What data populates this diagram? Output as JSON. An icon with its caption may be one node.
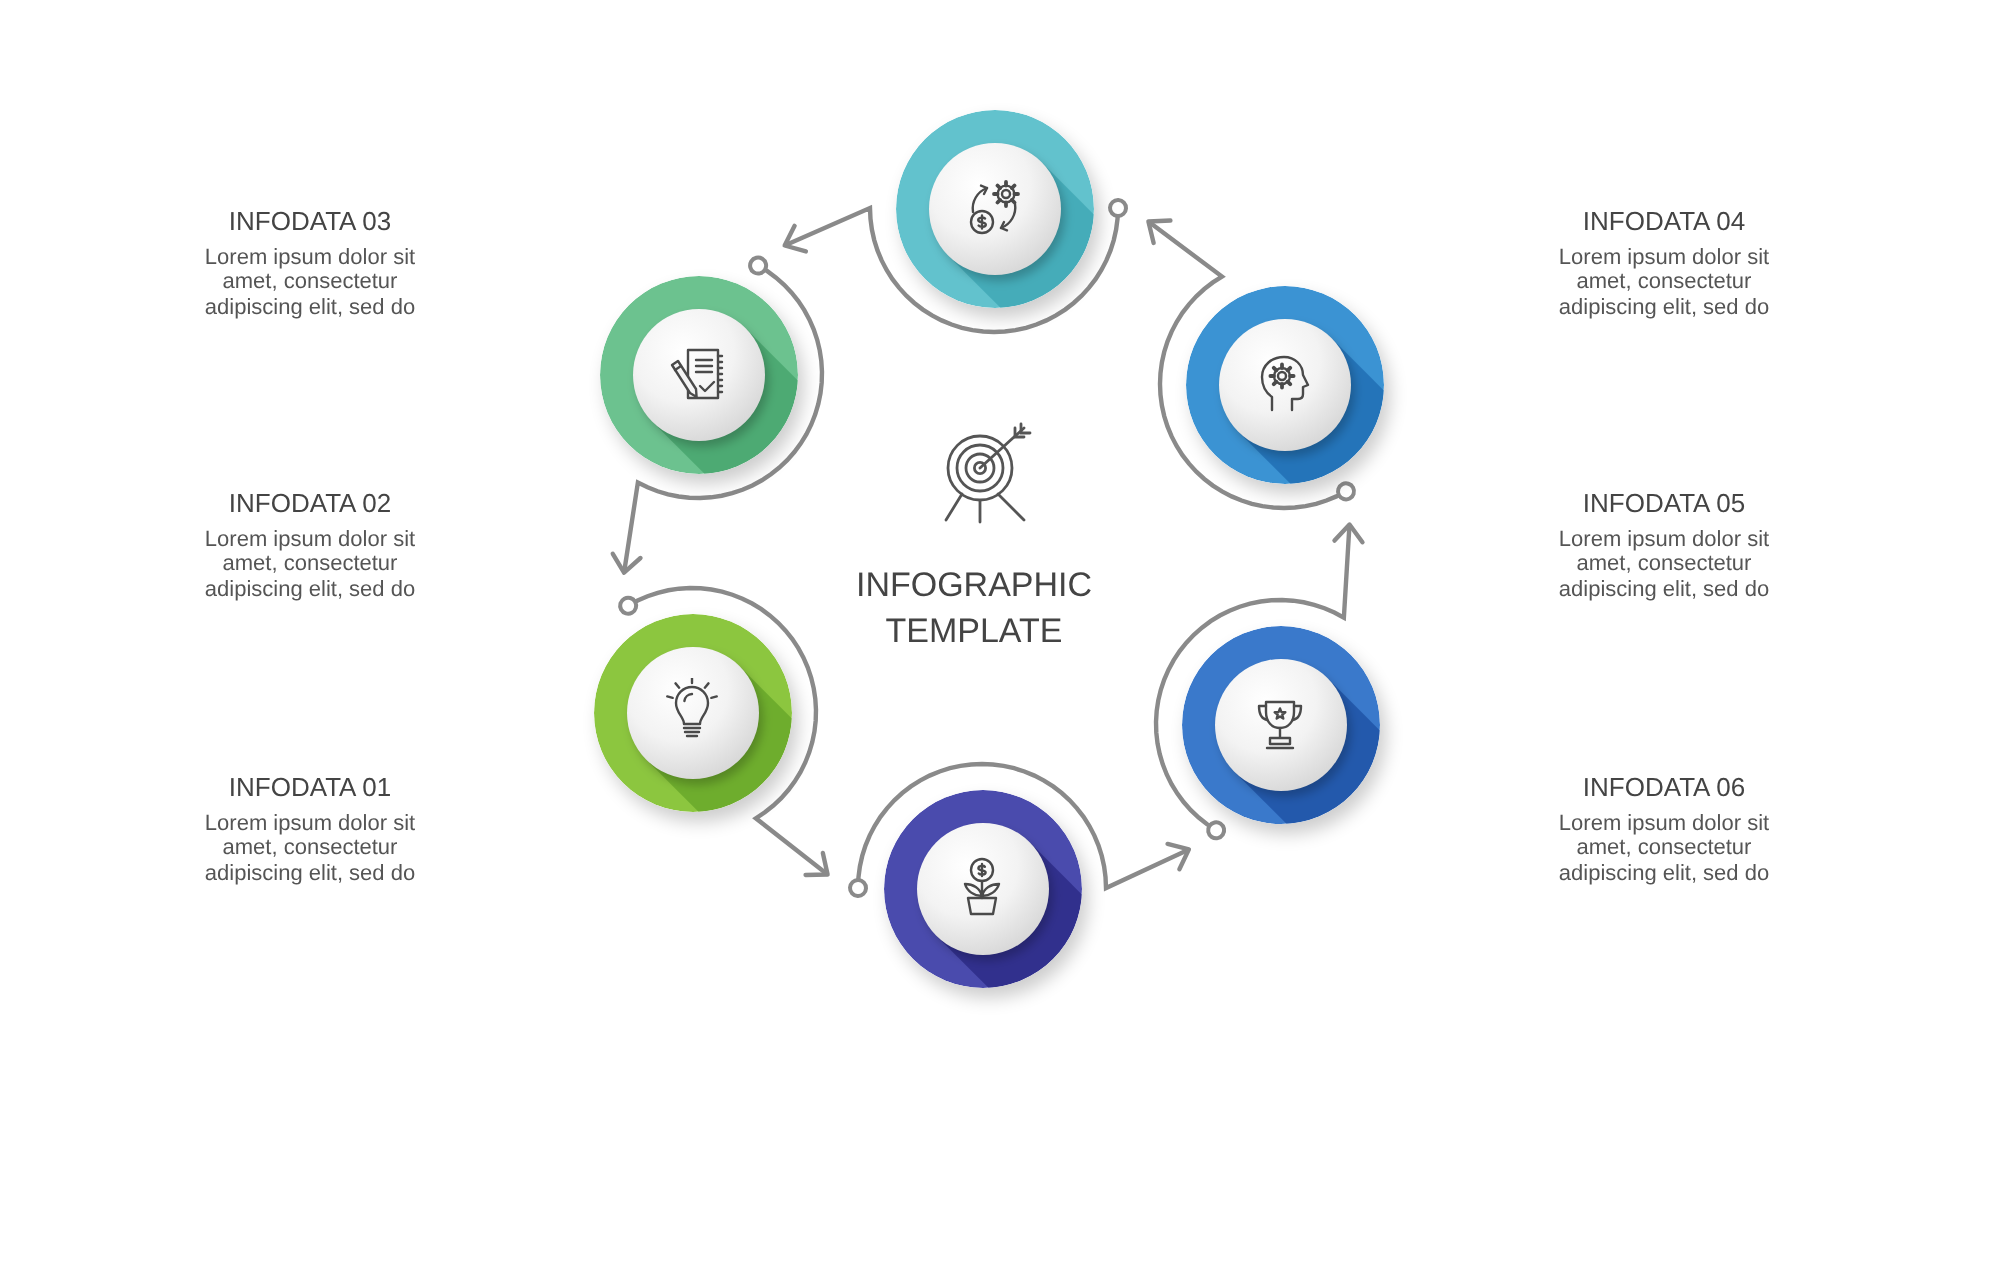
{
  "diagram": {
    "title": "INFOGRAPHIC TEMPLATE",
    "nodes": [
      {
        "text": [],
        "shape": "circle"
      },
      {
        "text": [],
        "shape": "circle"
      },
      {
        "text": [],
        "shape": "circle"
      },
      {
        "text": [],
        "shape": "circle"
      },
      {
        "text": [],
        "shape": "circle"
      },
      {
        "text": [],
        "shape": "circle"
      }
    ],
    "edges": [
      {
        "from": 1,
        "to": 3,
        "arrow": "to"
      },
      {
        "from": 3,
        "to": 5,
        "arrow": "to"
      },
      {
        "from": 5,
        "to": 4,
        "arrow": "to"
      },
      {
        "from": 4,
        "to": 2,
        "arrow": "to"
      },
      {
        "from": 2,
        "to": 0,
        "arrow": "to"
      },
      {
        "from": 0,
        "to": 1,
        "arrow": "to"
      }
    ],
    "labels": [
      "INFODATA 03",
      "Lorem ipsum dolor sit amet, consectetur adipiscing elit, sed do",
      "INFODATA 04",
      "Lorem ipsum dolor sit amet, consectetur adipiscing elit, sed do",
      "INFODATA 02",
      "Lorem ipsum dolor sit amet, consectetur adipiscing elit, sed do",
      "INFODATA 05",
      "Lorem ipsum dolor sit amet, consectetur adipiscing elit, sed do",
      "INFODATA 01",
      "Lorem ipsum dolor sit amet, consectetur adipiscing elit, sed do",
      "INFODATA 06",
      "Lorem ipsum dolor sit amet, consectetur adipiscing elit, sed do"
    ]
  }
}
